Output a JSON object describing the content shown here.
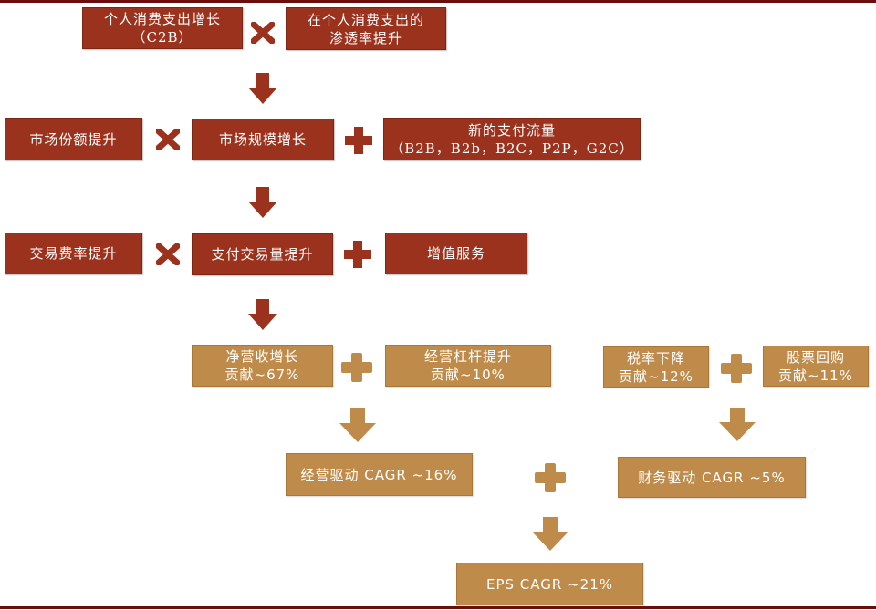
{
  "colors": {
    "row_red": "#9b321d",
    "row_gold": "#bf8b4b",
    "rule": "#6b0d0d"
  },
  "row1": {
    "left": {
      "line1": "个人消费支出增长",
      "line2": "（C2B）"
    },
    "op": "multiply-icon",
    "right": {
      "line1": "在个人消费支出的",
      "line2": "渗透率提升"
    }
  },
  "row2": {
    "left": {
      "line1": "市场份额提升"
    },
    "op1": "multiply-icon",
    "middle": {
      "line1": "市场规模增长"
    },
    "op2": "plus-icon",
    "right": {
      "line1": "新的支付流量",
      "line2": "（B2B，B2b，B2C，P2P，G2C）"
    }
  },
  "row3": {
    "left": {
      "line1": "交易费率提升"
    },
    "op1": "multiply-icon",
    "middle": {
      "line1": "支付交易量提升"
    },
    "op2": "plus-icon",
    "right": {
      "line1": "增值服务"
    }
  },
  "row4": {
    "revenue": {
      "line1": "净营收增长",
      "line2": "贡献~67%"
    },
    "leverage": {
      "line1": "经营杠杆提升",
      "line2": "贡献~10%"
    },
    "tax": {
      "line1": "税率下降",
      "line2": "贡献~12%"
    },
    "buyback": {
      "line1": "股票回购",
      "line2": "贡献~11%"
    }
  },
  "row5": {
    "operating": {
      "line1": "经营驱动 CAGR ~16%"
    },
    "financial": {
      "line1": "财务驱动 CAGR ~5%"
    }
  },
  "row6": {
    "eps": {
      "line1": "EPS CAGR ~21%"
    }
  }
}
